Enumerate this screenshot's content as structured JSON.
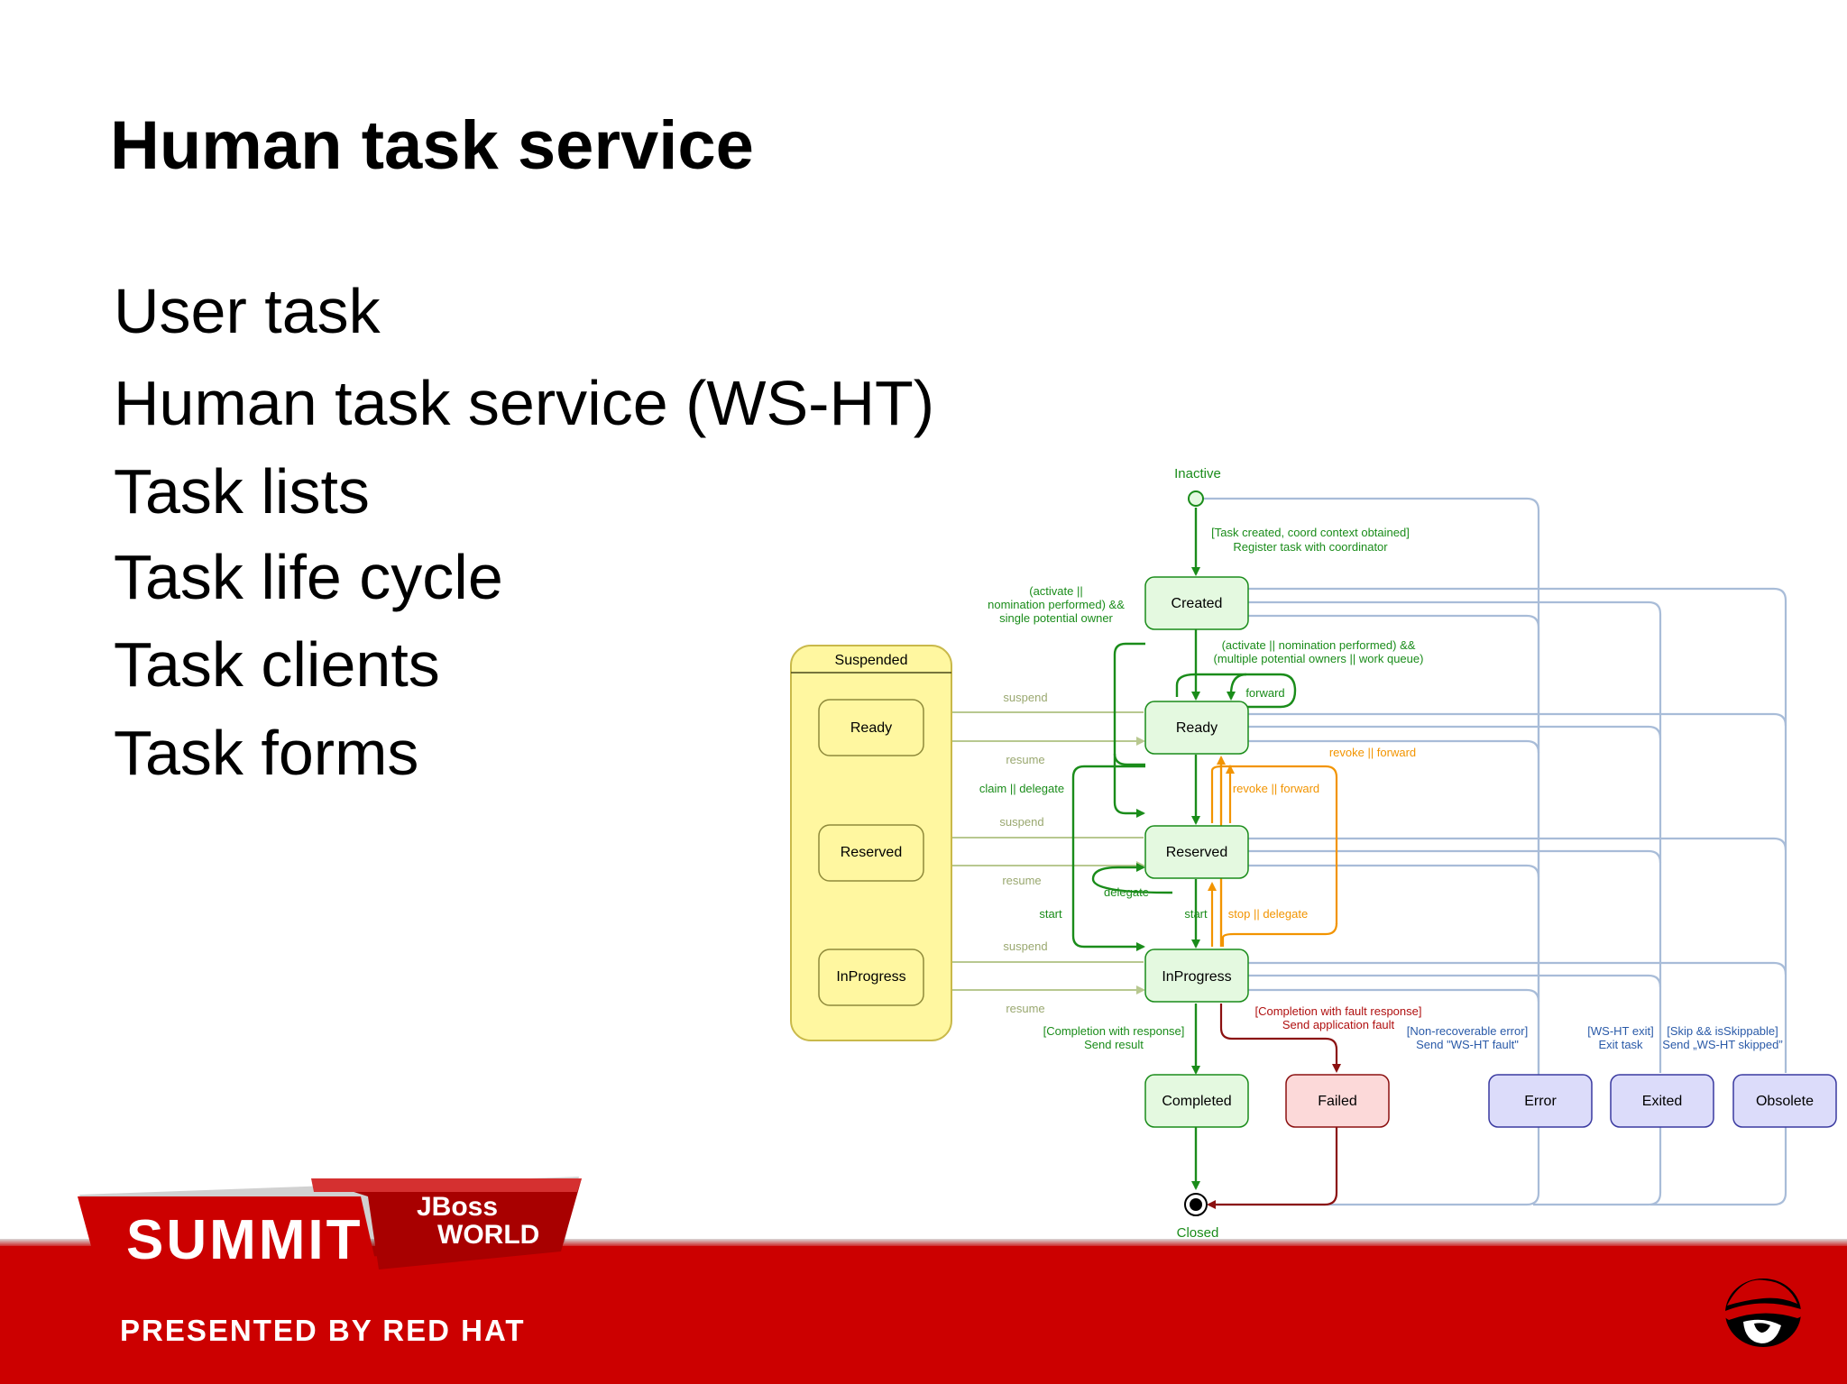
{
  "slide": {
    "title": "Human task service",
    "bullets": [
      "User task",
      "Human task service (WS-HT)",
      "Task lists",
      "Task life cycle",
      "Task clients",
      "Task forms"
    ]
  },
  "diagram": {
    "states": {
      "inactive": "Inactive",
      "created": "Created",
      "ready": "Ready",
      "reserved": "Reserved",
      "inprogress": "InProgress",
      "completed": "Completed",
      "failed": "Failed",
      "error": "Error",
      "exited": "Exited",
      "obsolete": "Obsolete",
      "closed": "Closed",
      "suspended": "Suspended",
      "susp_ready": "Ready",
      "susp_reserved": "Reserved",
      "susp_inprogress": "InProgress"
    },
    "labels": {
      "task_created_1": "[Task created, coord context obtained]",
      "task_created_2": "Register task with coordinator",
      "activate_single_1": "(activate ||",
      "activate_single_2": "nomination performed) &&",
      "activate_single_3": "single potential owner",
      "activate_multi_1": "(activate || nomination performed) &&",
      "activate_multi_2": "(multiple potential owners || work queue)",
      "forward": "forward",
      "suspend_1": "suspend",
      "resume_1": "resume",
      "claim": "claim || delegate",
      "suspend_2": "suspend",
      "resume_2": "resume",
      "delegate": "delegate",
      "start_left": "start",
      "start_mid": "start",
      "stop_delegate": "stop || delegate",
      "revoke_1": "revoke || forward",
      "revoke_2": "revoke || forward",
      "suspend_3": "suspend",
      "resume_3": "resume",
      "completion_1": "[Completion with response]",
      "completion_2": "Send result",
      "fault_1": "[Completion with fault response]",
      "fault_2": "Send application fault",
      "nonrec_1": "[Non-recoverable error]",
      "nonrec_2": "Send \"WS-HT fault\"",
      "exit_1": "[WS-HT exit]",
      "exit_2": "Exit task",
      "skip_1": "[Skip && isSkippable]",
      "skip_2": "Send „WS-HT skipped”"
    }
  },
  "footer": {
    "summit": "SUMMIT",
    "jboss": "JBoss",
    "world": "WORLD",
    "presented_by": "PRESENTED BY RED HAT"
  },
  "colors": {
    "green": "#1a8c1a",
    "state_fill": "#e4f9e0",
    "suspended_fill": "#fff7a0",
    "failed_fill": "#fcd9d9",
    "blue_fill": "#dcdcfa",
    "blue_line": "#a8bcd8",
    "orange": "#f29400",
    "dark_red": "#8b1010",
    "footer_red": "#cc0000"
  },
  "icons": [
    "redhat-shadowman-icon"
  ]
}
